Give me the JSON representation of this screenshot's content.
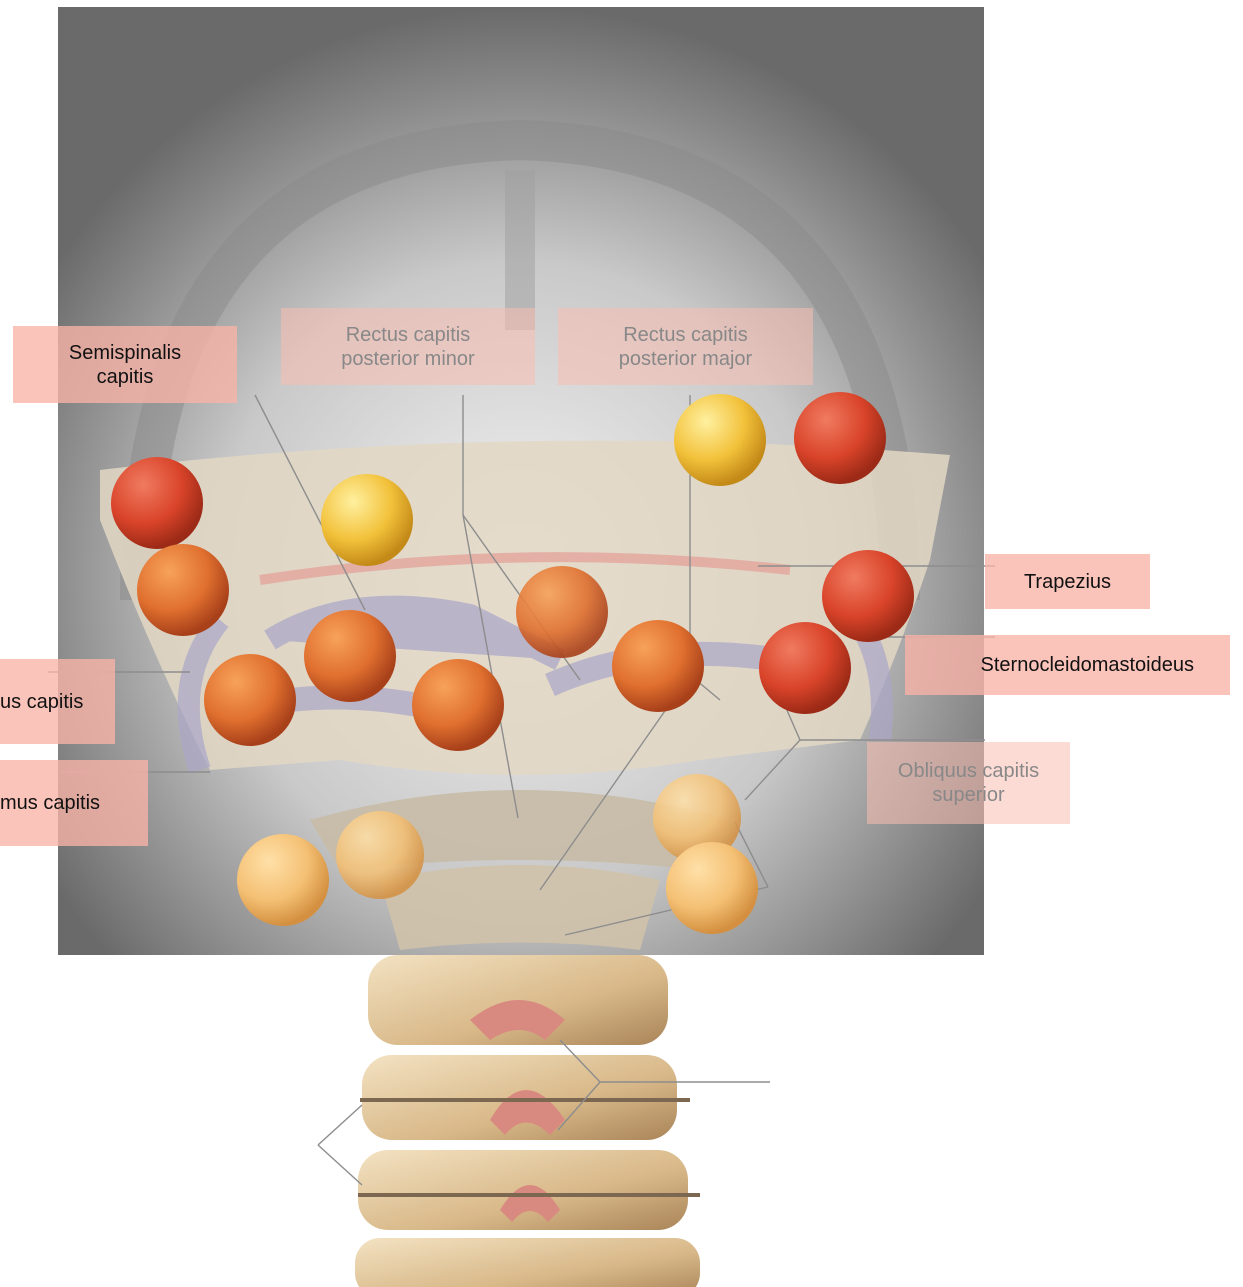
{
  "labels": {
    "semispinalis": "Semispinalis\ncapitis",
    "rcp_minor": "Rectus capitis\nposterior minor",
    "rcp_major": "Rectus capitis\nposterior major",
    "trapezius": "Trapezius",
    "sternocleidomastoideus": "Sternocleidomastoideus",
    "obliquus_superior": "Obliquus capitis\nsuperior",
    "left_cut_1": "us capitis",
    "left_cut_2": "mus capitis"
  },
  "colors": {
    "label_bg": "#f7b3a8",
    "marker_orange": "#e0702f",
    "marker_red": "#d9442a",
    "marker_yellow": "#f2c13a",
    "marker_pale": "#f4c074"
  }
}
